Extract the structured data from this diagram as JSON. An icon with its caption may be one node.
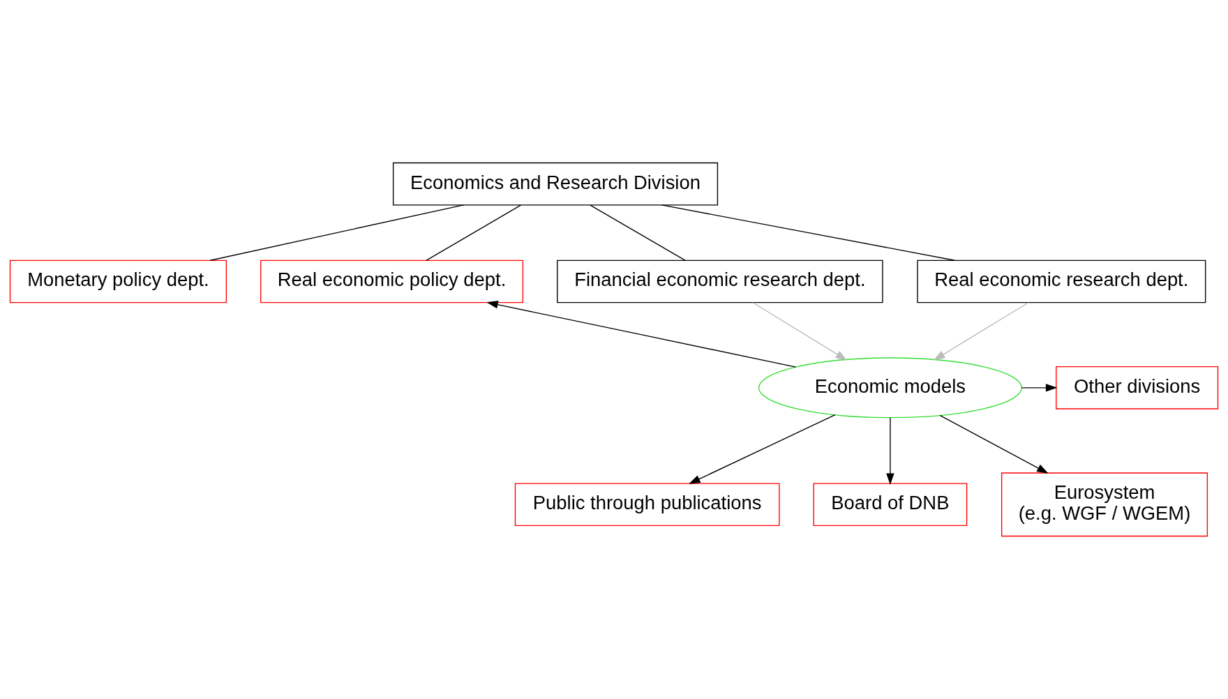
{
  "diagram": {
    "nodes": [
      {
        "text": [
          "Economics and Research Division"
        ]
      },
      {
        "text": [
          "Monetary policy dept."
        ]
      },
      {
        "text": [
          "Real economic policy dept."
        ]
      },
      {
        "text": [
          "Financial economic research dept."
        ]
      },
      {
        "text": [
          "Real economic research dept."
        ]
      },
      {
        "text": [
          "Economic models"
        ]
      },
      {
        "text": [
          "Other divisions"
        ]
      },
      {
        "text": [
          "Public through publications"
        ]
      },
      {
        "text": [
          "Board of DNB"
        ]
      },
      {
        "text": [
          "Eurosystem",
          "(e.g. WGF / WGEM)"
        ]
      }
    ],
    "edges": [
      {
        "from": 0,
        "to": 1,
        "arrow": "none"
      },
      {
        "from": 0,
        "to": 2,
        "arrow": "none"
      },
      {
        "from": 0,
        "to": 3,
        "arrow": "none"
      },
      {
        "from": 0,
        "to": 4,
        "arrow": "none"
      },
      {
        "from": 3,
        "to": 5,
        "arrow": "to",
        "color": "#bbbbbb"
      },
      {
        "from": 4,
        "to": 5,
        "arrow": "to",
        "color": "#bbbbbb"
      },
      {
        "from": 5,
        "to": 2,
        "arrow": "to"
      },
      {
        "from": 5,
        "to": 6,
        "arrow": "to"
      },
      {
        "from": 5,
        "to": 7,
        "arrow": "to"
      },
      {
        "from": 5,
        "to": 8,
        "arrow": "to"
      },
      {
        "from": 5,
        "to": 9,
        "arrow": "to"
      }
    ]
  }
}
